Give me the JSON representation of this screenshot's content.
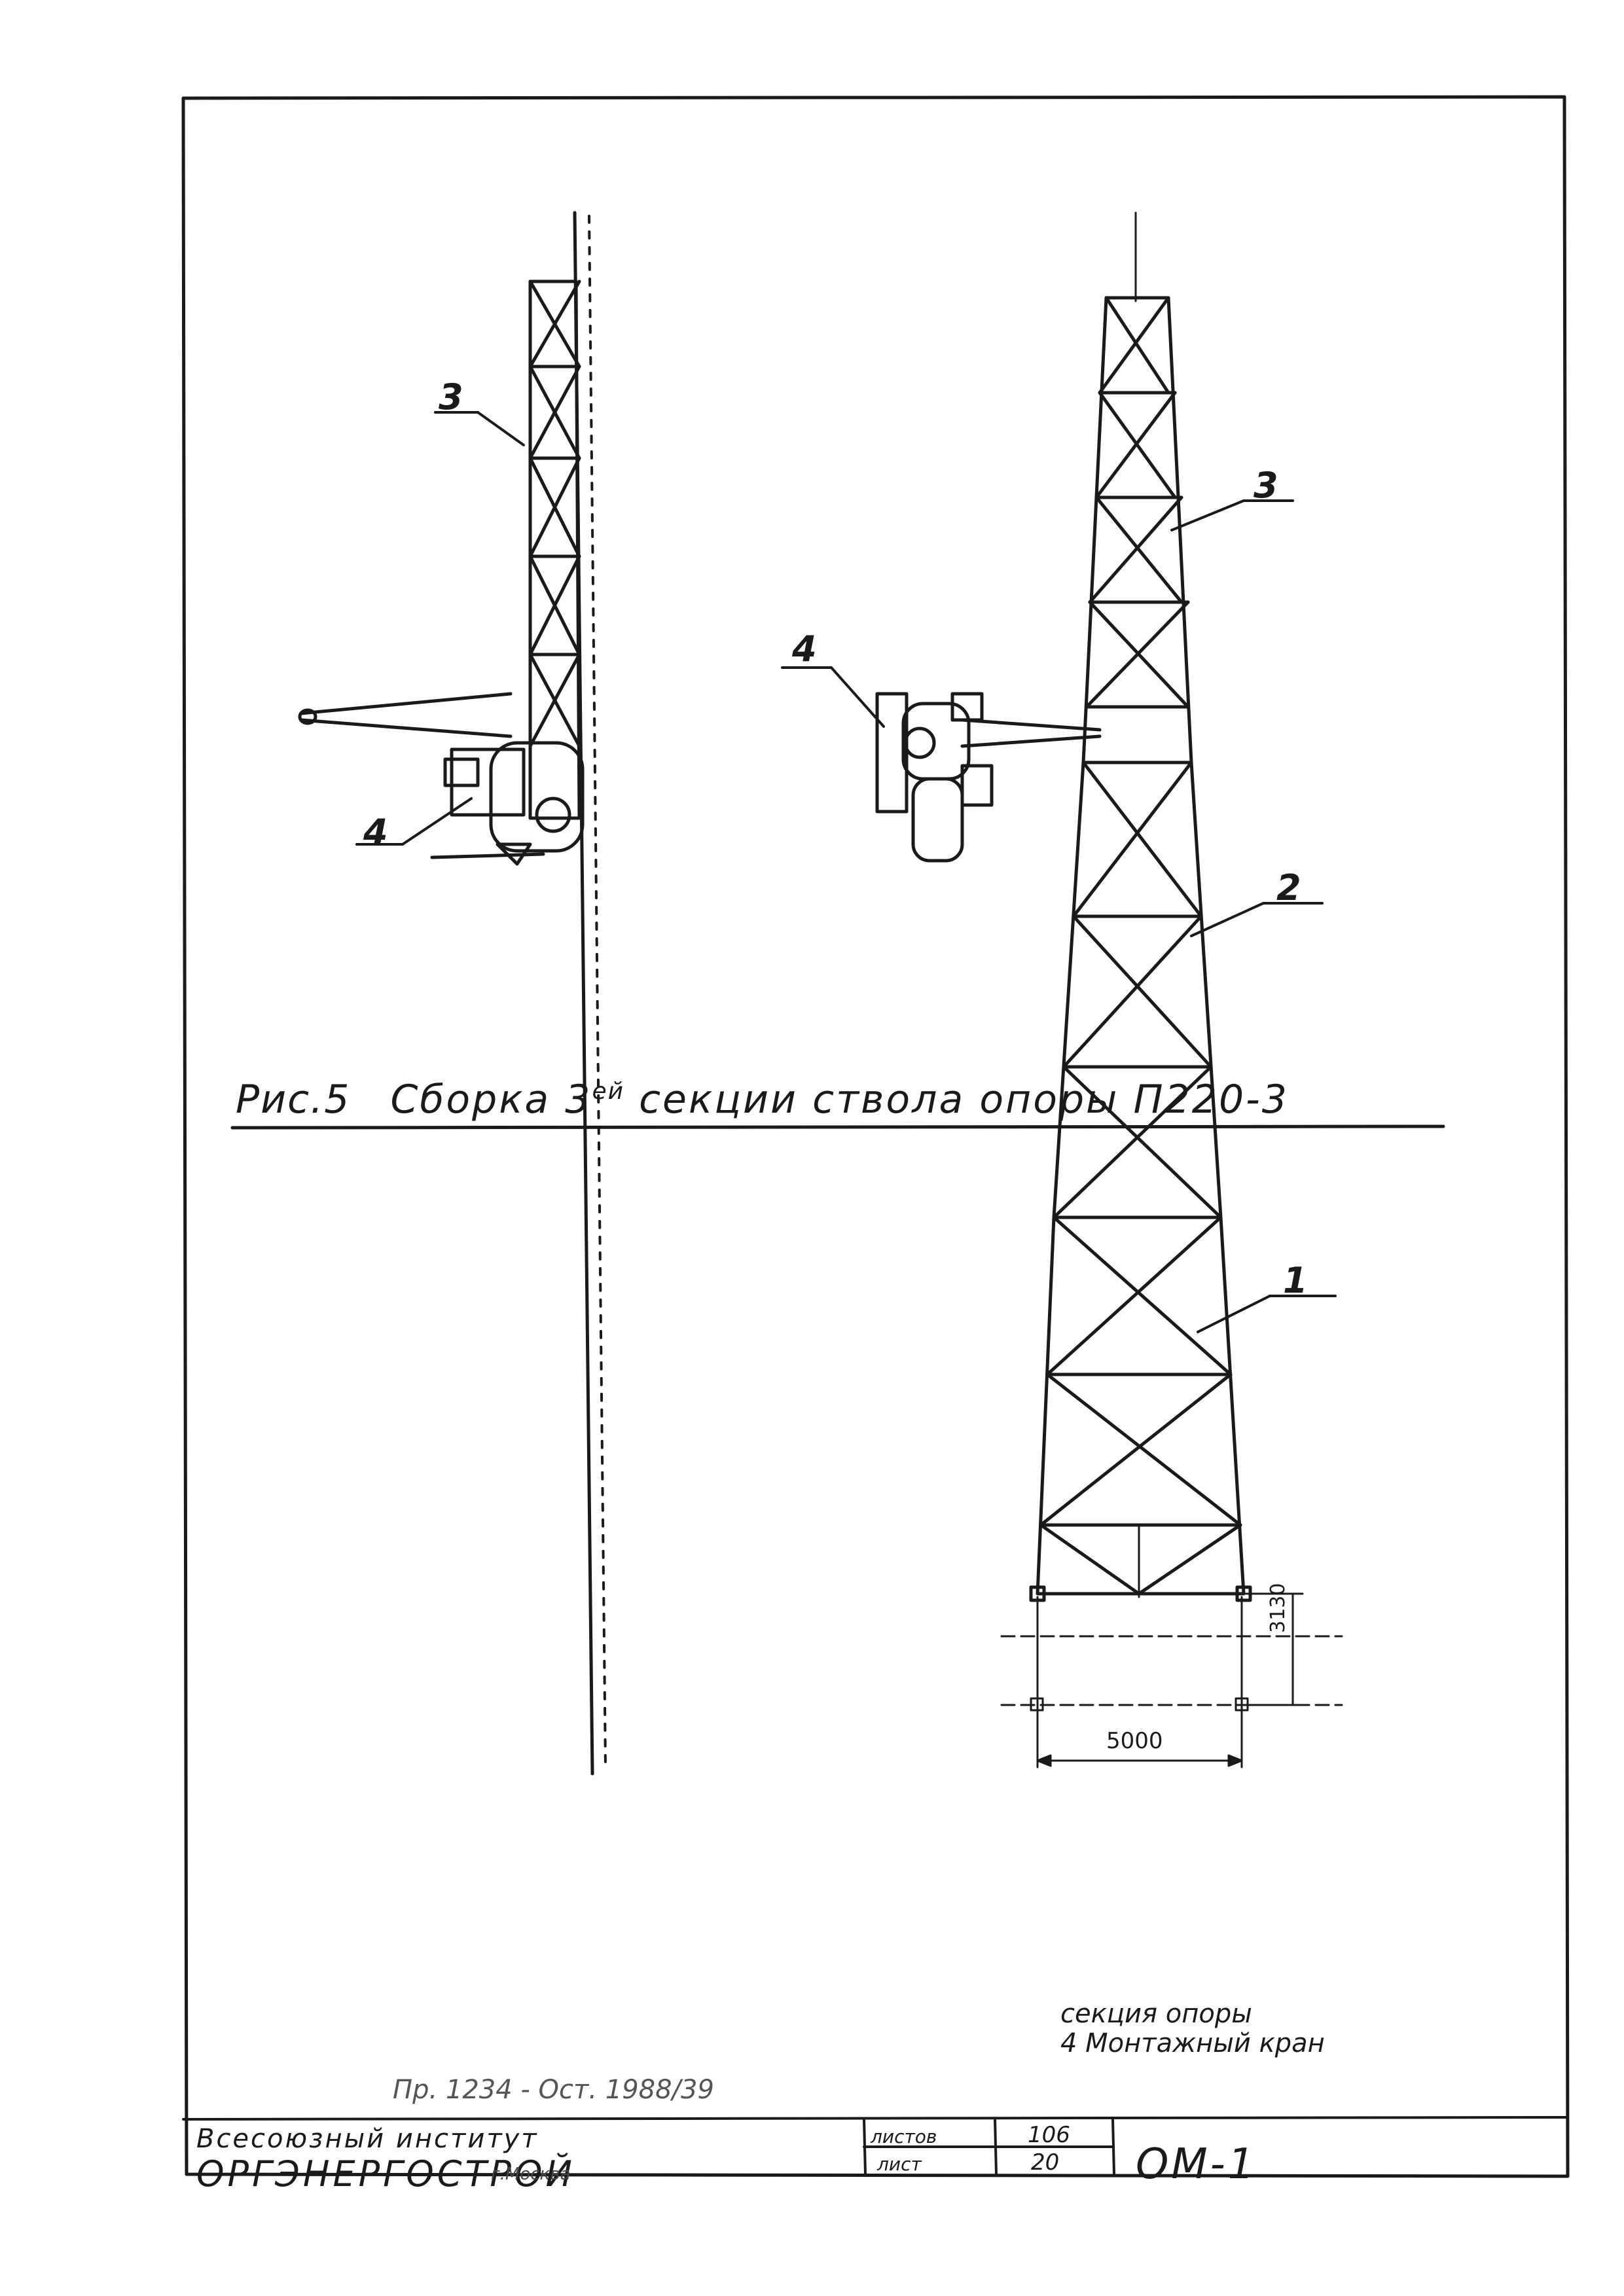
{
  "drawing": {
    "caption_number": "Рис.5",
    "caption_title_a": "Сборка 3",
    "caption_sup": "ей",
    "caption_title_b": " секции ствола опоры П220-3"
  },
  "legend": {
    "line1": "секция опоры",
    "line2": "4 Монтажный кран"
  },
  "callouts": [
    "3",
    "4",
    "4",
    "3",
    "2",
    "1"
  ],
  "dimensions": {
    "width": "5000",
    "height": "3130"
  },
  "stamp_note": "Пр. 1234 - Ост. 1988/39",
  "title_block": {
    "institute_line1": "Всесоюзный институт",
    "institute_line2": "ОРГЭНЕРГОСТРОЙ",
    "city": "г.Москва",
    "sheets_label": "листов",
    "sheets_value": "106",
    "sheet_label": "лист",
    "sheet_value": "20",
    "doc_code": "ОМ-1"
  }
}
